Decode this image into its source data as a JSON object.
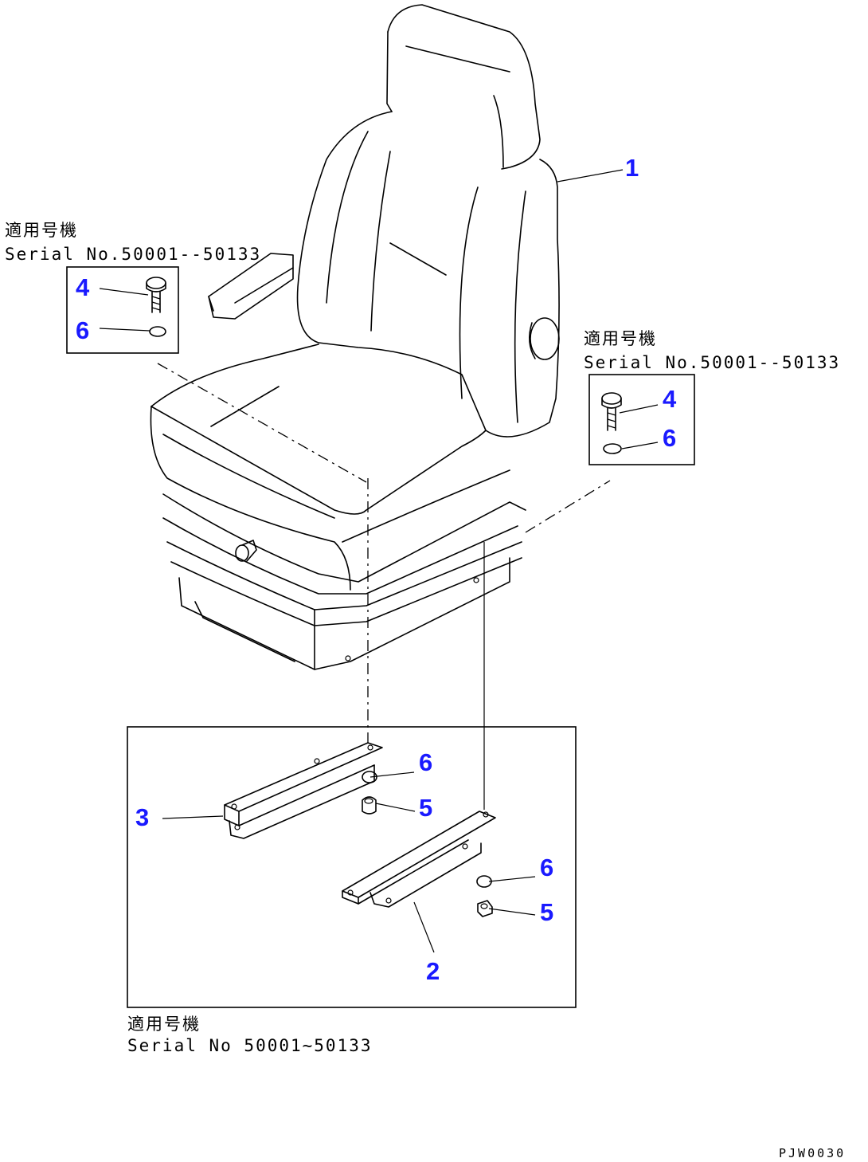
{
  "callouts": [
    {
      "id": "c1",
      "label": "1"
    },
    {
      "id": "c4a",
      "label": "4"
    },
    {
      "id": "c6a",
      "label": "6"
    },
    {
      "id": "c4b",
      "label": "4"
    },
    {
      "id": "c6b",
      "label": "6"
    },
    {
      "id": "c6c",
      "label": "6"
    },
    {
      "id": "c5a",
      "label": "5"
    },
    {
      "id": "c3",
      "label": "3"
    },
    {
      "id": "c6d",
      "label": "6"
    },
    {
      "id": "c5b",
      "label": "5"
    },
    {
      "id": "c2",
      "label": "2"
    }
  ],
  "notes": {
    "left": {
      "line1": "適用号機",
      "line2": "Serial No.50001--50133"
    },
    "right": {
      "line1": "適用号機",
      "line2": "Serial No.50001--50133"
    },
    "bottom": {
      "line1": "適用号機",
      "line2": "Serial No 50001~50133"
    }
  },
  "drawing_ref": "PJW0030",
  "colors": {
    "callout": "#1a1aff",
    "line": "#000000"
  }
}
